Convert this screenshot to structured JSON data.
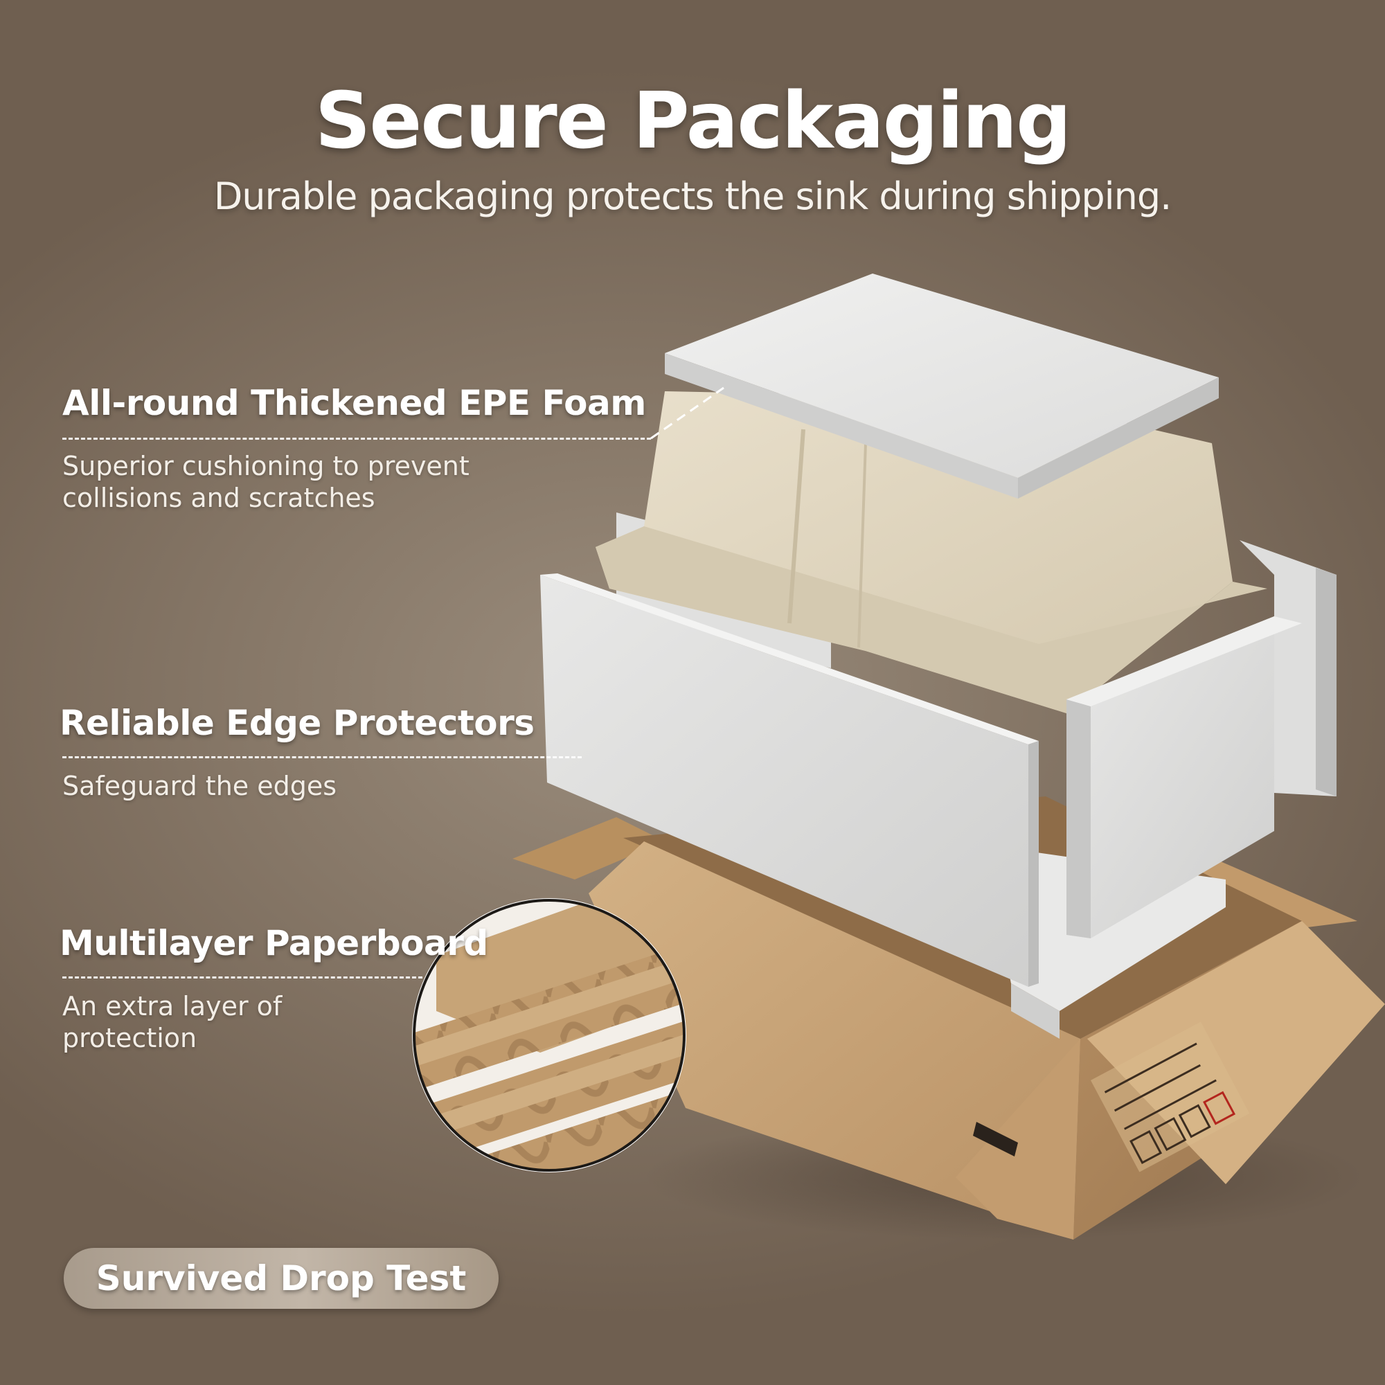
{
  "header": {
    "title": "Secure Packaging",
    "subtitle": "Durable packaging protects the sink during shipping."
  },
  "features": [
    {
      "title": "All-round Thickened EPE Foam",
      "desc_line1": "Superior cushioning to prevent",
      "desc_line2": "collisions and scratches"
    },
    {
      "title": "Reliable Edge Protectors",
      "desc_line1": "Safeguard the edges",
      "desc_line2": ""
    },
    {
      "title": "Multilayer Paperboard",
      "desc_line1": "An extra layer of",
      "desc_line2": "protection"
    }
  ],
  "badge": {
    "label": "Survived Drop Test"
  },
  "colors": {
    "background": "#877868",
    "foam": "#ebebea",
    "sink": "#e3d9c3",
    "cardboard": "#c8a275"
  }
}
